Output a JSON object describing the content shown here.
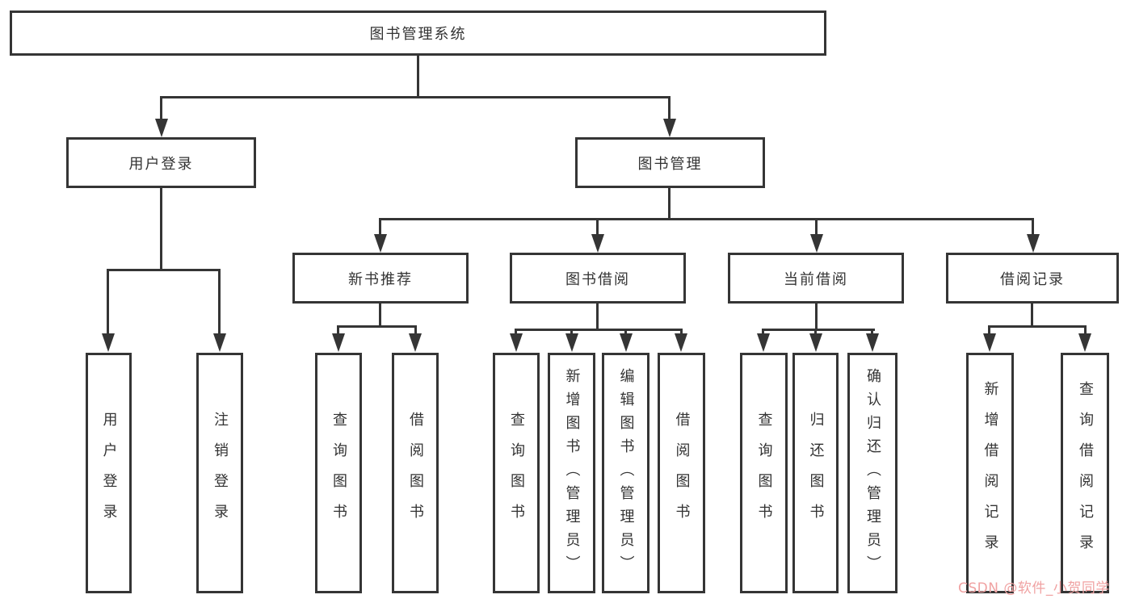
{
  "nodes": {
    "root": {
      "label": "图书管理系统"
    },
    "user_login": {
      "label": "用户登录"
    },
    "book_management": {
      "label": "图书管理"
    },
    "new_book_recommend": {
      "label": "新书推荐"
    },
    "book_borrow": {
      "label": "图书借阅"
    },
    "current_borrow": {
      "label": "当前借阅"
    },
    "borrow_records": {
      "label": "借阅记录"
    },
    "leaf_user_login": {
      "label": "用户登录"
    },
    "leaf_logout": {
      "label": "注销登录"
    },
    "leaf_query_book_1": {
      "label": "查询图书"
    },
    "leaf_borrow_book_1": {
      "label": "借阅图书"
    },
    "leaf_query_book_2": {
      "label": "查询图书"
    },
    "leaf_add_book": {
      "label": "新增图书（管理员）"
    },
    "leaf_edit_book": {
      "label": "编辑图书（管理员）"
    },
    "leaf_borrow_book_2": {
      "label": "借阅图书"
    },
    "leaf_query_book_3": {
      "label": "查询图书"
    },
    "leaf_return_book": {
      "label": "归还图书"
    },
    "leaf_confirm_return": {
      "label": "确认归还（管理员）"
    },
    "leaf_add_record": {
      "label": "新增借阅记录"
    },
    "leaf_query_record": {
      "label": "查询借阅记录"
    }
  },
  "watermark": {
    "text": "CSDN @软件_小贺同学"
  },
  "colors": {
    "line": "#353535",
    "text": "#333333",
    "watermark": "#f0a2a2",
    "background": "#ffffff"
  }
}
